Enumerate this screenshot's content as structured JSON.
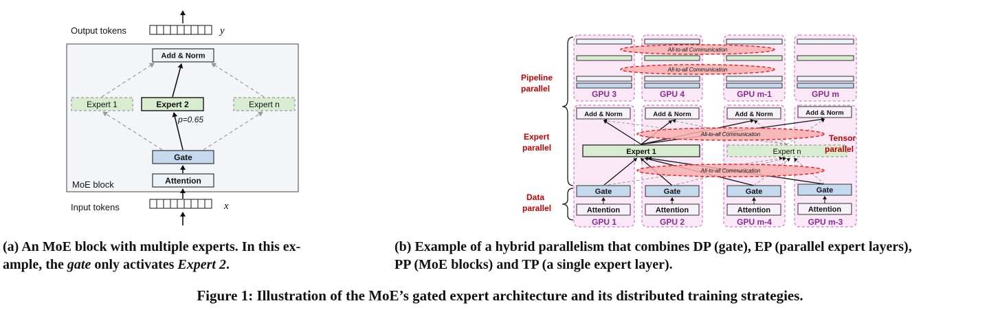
{
  "left": {
    "output_tokens_label": "Output tokens",
    "output_symbol": "y⃗",
    "input_tokens_label": "Input tokens",
    "input_symbol": "x⃗",
    "moe_block_label": "MoE block",
    "add_norm_label": "Add & Norm",
    "expert_1_label": "Expert 1",
    "expert_2_label": "Expert 2",
    "expert_n_label": "Expert n",
    "probability_label": "p=0.65",
    "gate_label": "Gate",
    "attention_label": "Attention"
  },
  "right": {
    "pipeline_parallel_label": [
      "Pipeline",
      "parallel"
    ],
    "expert_parallel_label": [
      "Expert",
      "parallel"
    ],
    "data_parallel_label": [
      "Data",
      "parallel"
    ],
    "tensor_parallel_label": [
      "Tensor",
      "parallel"
    ],
    "comm_label": "All-to-all Communication",
    "top_gpus": [
      "GPU 3",
      "GPU 4",
      "GPU m-1",
      "GPU m"
    ],
    "bottom_gpus": [
      "GPU 1",
      "GPU 2",
      "GPU m-4",
      "GPU m-3"
    ],
    "add_norm_label": "Add & Norm",
    "expert_1_label": "Expert 1",
    "expert_n_label": "Expert n",
    "gate_label": "Gate",
    "attention_label": "Attention"
  },
  "captions": {
    "a_line1": "(a) An MoE block with multiple experts. In this ex-",
    "a_line2_pre": "ample, the ",
    "a_line2_gate": "gate",
    "a_line2_mid": " only activates ",
    "a_line2_expert": "Expert 2",
    "a_line2_post": ".",
    "b_line1": "(b) Example of a hybrid parallelism that combines DP (gate), EP (parallel expert layers),",
    "b_line2": "PP (MoE blocks) and TP (a single expert layer).",
    "figure": "Figure 1: Illustration of the MoE’s gated expert architecture and its distributed training strategies."
  },
  "colors": {
    "box_blue": "#c5d9ee",
    "box_green": "#d8ecd0",
    "block_bg": "#f3f5f8",
    "gpu_bg": "#fbe8f6",
    "gpu_border": "#c060c0",
    "gpu_label": "#8a2a9a",
    "comm_fill": "#f8b0b0",
    "comm_border": "#e02020",
    "side_label": "#c00000"
  }
}
